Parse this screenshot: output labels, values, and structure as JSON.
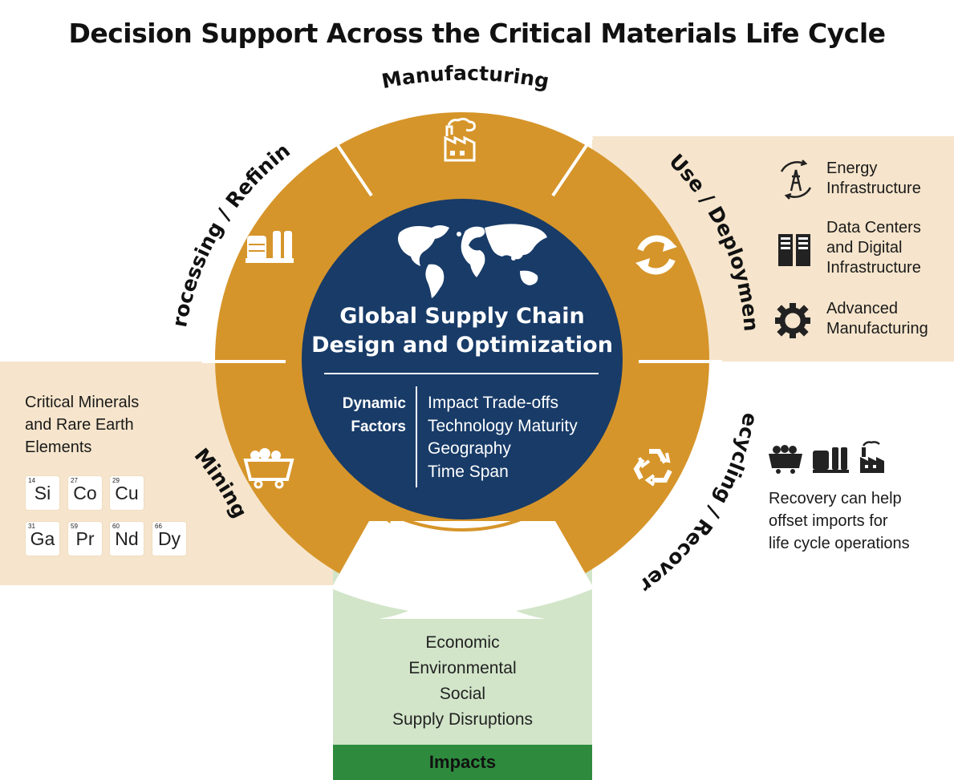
{
  "title": "Decision Support Across the Critical Materials Life Cycle",
  "colors": {
    "ring": "#d6952a",
    "center": "#183b68",
    "panel": "#f6e5cc",
    "impact_panel": "#d2e5c9",
    "impact_bar": "#2e8b3e"
  },
  "stages": {
    "manufacturing": {
      "label": "Manufacturing",
      "icon": "factory-icon"
    },
    "use": {
      "label": "Use / Deployment",
      "icon": "refresh-icon"
    },
    "recycling": {
      "label": "Recycling / Recovery",
      "icon": "recycle-icon"
    },
    "mining": {
      "label": "Mining",
      "icon": "mine-cart-icon"
    },
    "processing": {
      "label": "Processing / Refining",
      "icon": "refinery-icon"
    }
  },
  "center": {
    "title_line1": "Global Supply Chain",
    "title_line2": "Design and Optimization",
    "dynamic_label_line1": "Dynamic",
    "dynamic_label_line2": "Factors",
    "factors": [
      "Impact Trade-offs",
      "Technology Maturity",
      "Geography",
      "Time Span"
    ]
  },
  "applications": [
    {
      "icon": "energy-icon",
      "lines": [
        "Energy",
        "Infrastructure"
      ]
    },
    {
      "icon": "server-icon",
      "lines": [
        "Data Centers",
        "and Digital",
        "Infrastructure"
      ]
    },
    {
      "icon": "gear-icon",
      "lines": [
        "Advanced",
        "Manufacturing"
      ]
    }
  ],
  "minerals": {
    "heading_lines": [
      "Critical Minerals",
      "and Rare Earth",
      "Elements"
    ],
    "elements": [
      {
        "num": "14",
        "sym": "Si"
      },
      {
        "num": "27",
        "sym": "Co"
      },
      {
        "num": "29",
        "sym": "Cu"
      },
      {
        "num": "31",
        "sym": "Ga"
      },
      {
        "num": "59",
        "sym": "Pr"
      },
      {
        "num": "60",
        "sym": "Nd"
      },
      {
        "num": "66",
        "sym": "Dy"
      }
    ]
  },
  "recovery": {
    "lines": [
      "Recovery can help",
      "offset imports for",
      "life cycle operations"
    ]
  },
  "impacts": {
    "items": [
      "Economic",
      "Environmental",
      "Social",
      "Supply Disruptions"
    ],
    "label": "Impacts"
  }
}
